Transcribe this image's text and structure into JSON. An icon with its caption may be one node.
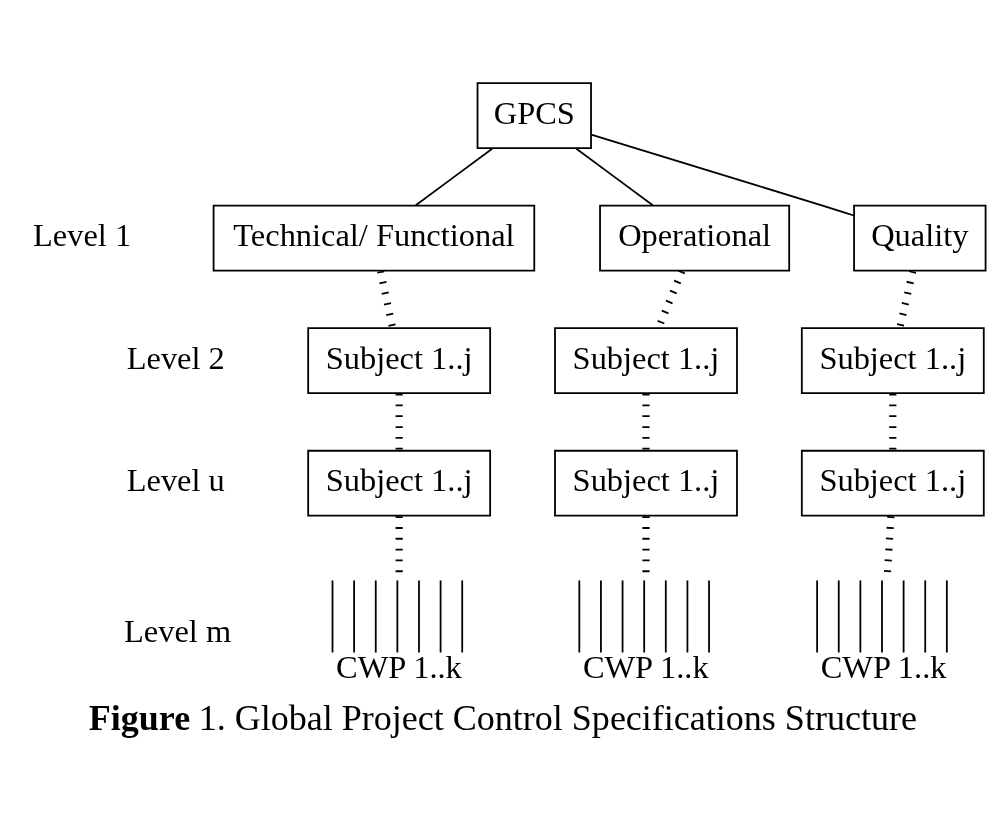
{
  "diagram": {
    "caption": "**Figure** 1. Global Project Control Specifications Structure",
    "nodes": [
      {
        "text": [
          "GPCS"
        ]
      },
      {
        "text": [
          "Technical/ Functional"
        ]
      },
      {
        "text": [
          "Operational"
        ]
      },
      {
        "text": [
          "Quality"
        ]
      },
      {
        "text": [
          "Subject 1..j"
        ]
      },
      {
        "text": [
          "Subject 1..j"
        ]
      },
      {
        "text": [
          "Subject 1..j"
        ]
      },
      {
        "text": [
          "Subject 1..j"
        ]
      },
      {
        "text": [
          "Subject 1..j"
        ]
      },
      {
        "text": [
          "Subject 1..j"
        ]
      },
      {
        "text": [
          "CWP 1..k"
        ]
      },
      {
        "text": [
          "CWP 1..k"
        ]
      },
      {
        "text": [
          "CWP 1..k"
        ]
      }
    ],
    "edges": [
      {
        "from": 0,
        "to": 1,
        "arrow": "none"
      },
      {
        "from": 0,
        "to": 2,
        "arrow": "none"
      },
      {
        "from": 0,
        "to": 3,
        "arrow": "none"
      },
      {
        "from": 1,
        "to": 4,
        "arrow": "none",
        "style": "dashed"
      },
      {
        "from": 2,
        "to": 5,
        "arrow": "none",
        "style": "dashed"
      },
      {
        "from": 3,
        "to": 6,
        "arrow": "none",
        "style": "dashed"
      },
      {
        "from": 4,
        "to": 7,
        "arrow": "none",
        "style": "dashed"
      },
      {
        "from": 5,
        "to": 8,
        "arrow": "none",
        "style": "dashed"
      },
      {
        "from": 6,
        "to": 9,
        "arrow": "none",
        "style": "dashed"
      },
      {
        "from": 7,
        "to": 10,
        "arrow": "none",
        "style": "dashed"
      },
      {
        "from": 8,
        "to": 11,
        "arrow": "none",
        "style": "dashed"
      },
      {
        "from": 9,
        "to": 12,
        "arrow": "none",
        "style": "dashed"
      }
    ],
    "labels": [
      "Level 1",
      "Level 2",
      "Level u",
      "Level m"
    ]
  }
}
